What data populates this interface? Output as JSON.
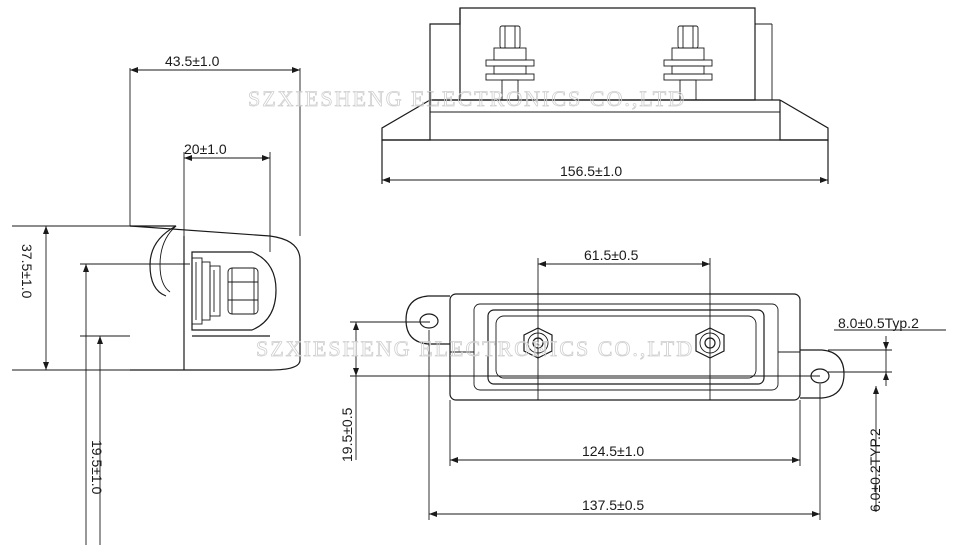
{
  "watermark": "SZXIESHENG ELECTRONICS CO.,LTD",
  "dimensions": {
    "side_width": "43.5±1.0",
    "side_inner_width": "20±1.0",
    "side_height": "37.5±1.0",
    "side_base_height": "19.5±1.0",
    "front_width": "156.5±1.0",
    "bolt_spacing": "61.5±0.5",
    "ear_height": "8.0±0.5Typ.2",
    "bolt_offset": "19.5±0.5",
    "hole_diameter": "6.0±0.2TYP.2",
    "inner_length": "124.5±1.0",
    "hole_spacing": "137.5±0.5"
  }
}
